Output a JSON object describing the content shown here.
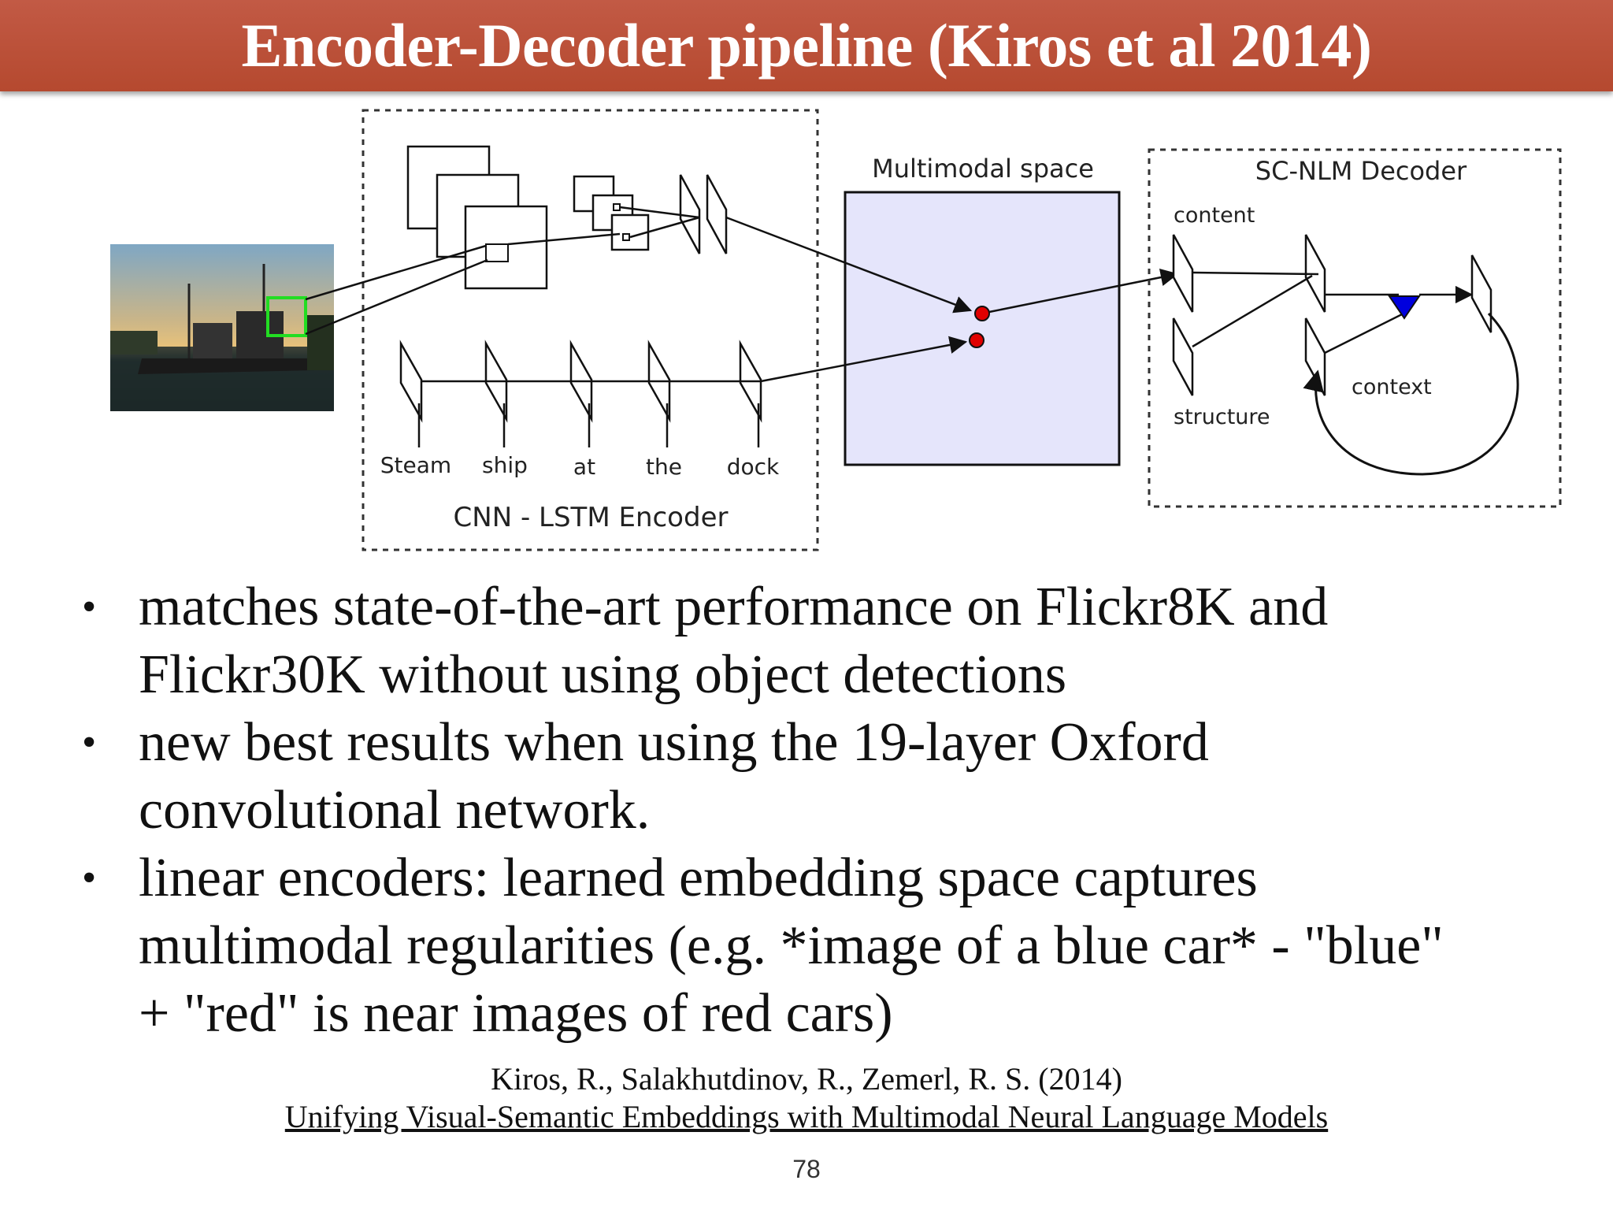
{
  "slide": {
    "title": "Encoder-Decoder pipeline (Kiros et al 2014)",
    "page_number": "78"
  },
  "diagram": {
    "encoder_label": "CNN - LSTM Encoder",
    "words": [
      "Steam",
      "ship",
      "at",
      "the",
      "dock"
    ],
    "multimodal_label": "Multimodal space",
    "decoder_label": "SC-NLM Decoder",
    "decoder_content_label": "content",
    "decoder_structure_label": "structure",
    "decoder_context_label": "context"
  },
  "bullets": [
    {
      "line1": "matches state-of-the-art performance on Flickr8K and",
      "line2": "Flickr30K without using object detections"
    },
    {
      "line1": "new best results when using the 19-layer Oxford",
      "line2": "convolutional network."
    },
    {
      "line1": "linear encoders: learned embedding space captures",
      "line2": "multimodal regularities  (e.g. *image of a blue car* - \"blue\"",
      "line3": "+ \"red\" is near images of red cars)"
    }
  ],
  "citation": {
    "authors": "Kiros, R., Salakhutdinov, R., Zemerl, R. S. (2014)",
    "paper_title": "Unifying Visual-Semantic Embeddings with Multimodal Neural Language Models"
  }
}
